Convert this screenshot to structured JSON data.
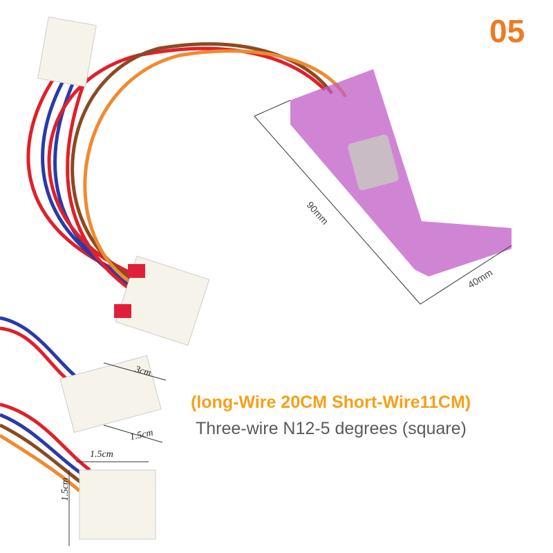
{
  "badge_number": "05",
  "headline": "(long-Wire 20CM Short-Wire11CM)",
  "subtitle": "Three-wire N12-5 degrees (square)",
  "dimensions": {
    "thermostat_length": "90mm",
    "thermostat_width": "40mm",
    "small_connector_length": "3cm",
    "small_connector_width": "1.5cm",
    "large_connector_width": "1.5cm",
    "large_connector_height": "1.5cm"
  },
  "colors": {
    "badge": "#ee7a22",
    "headline": "#f5a01a",
    "subtitle": "#5a5a5a",
    "capsule": "#c04fc0"
  }
}
